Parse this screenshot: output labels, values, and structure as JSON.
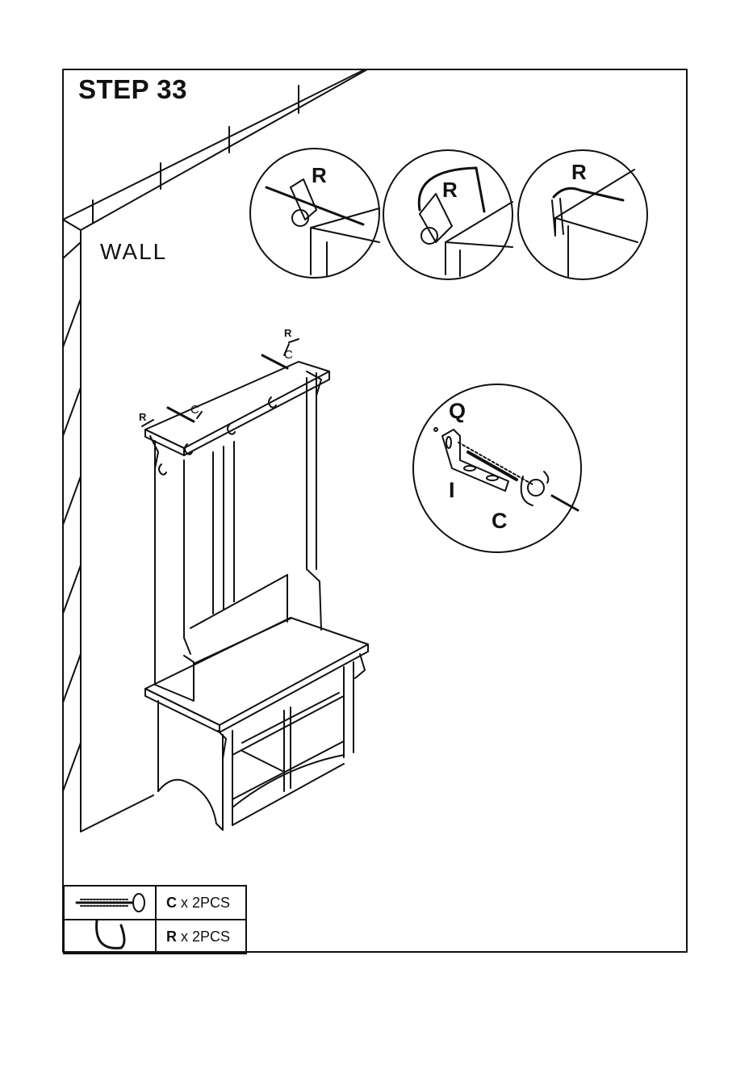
{
  "step": {
    "title": "STEP 33"
  },
  "wall_label": "WALL",
  "details": {
    "detail1_label": "R",
    "detail2_label": "R",
    "detail3_label": "R",
    "bracket_labels": {
      "q": "Q",
      "i": "I",
      "c": "C"
    }
  },
  "callouts": {
    "left_r": "R",
    "left_c": "C",
    "right_r": "R",
    "right_c": "C"
  },
  "parts": [
    {
      "code": "C",
      "qty": " x 2PCS",
      "icon": "screw-icon"
    },
    {
      "code": "R",
      "qty": " x 2PCS",
      "icon": "cable-tie-icon"
    }
  ]
}
